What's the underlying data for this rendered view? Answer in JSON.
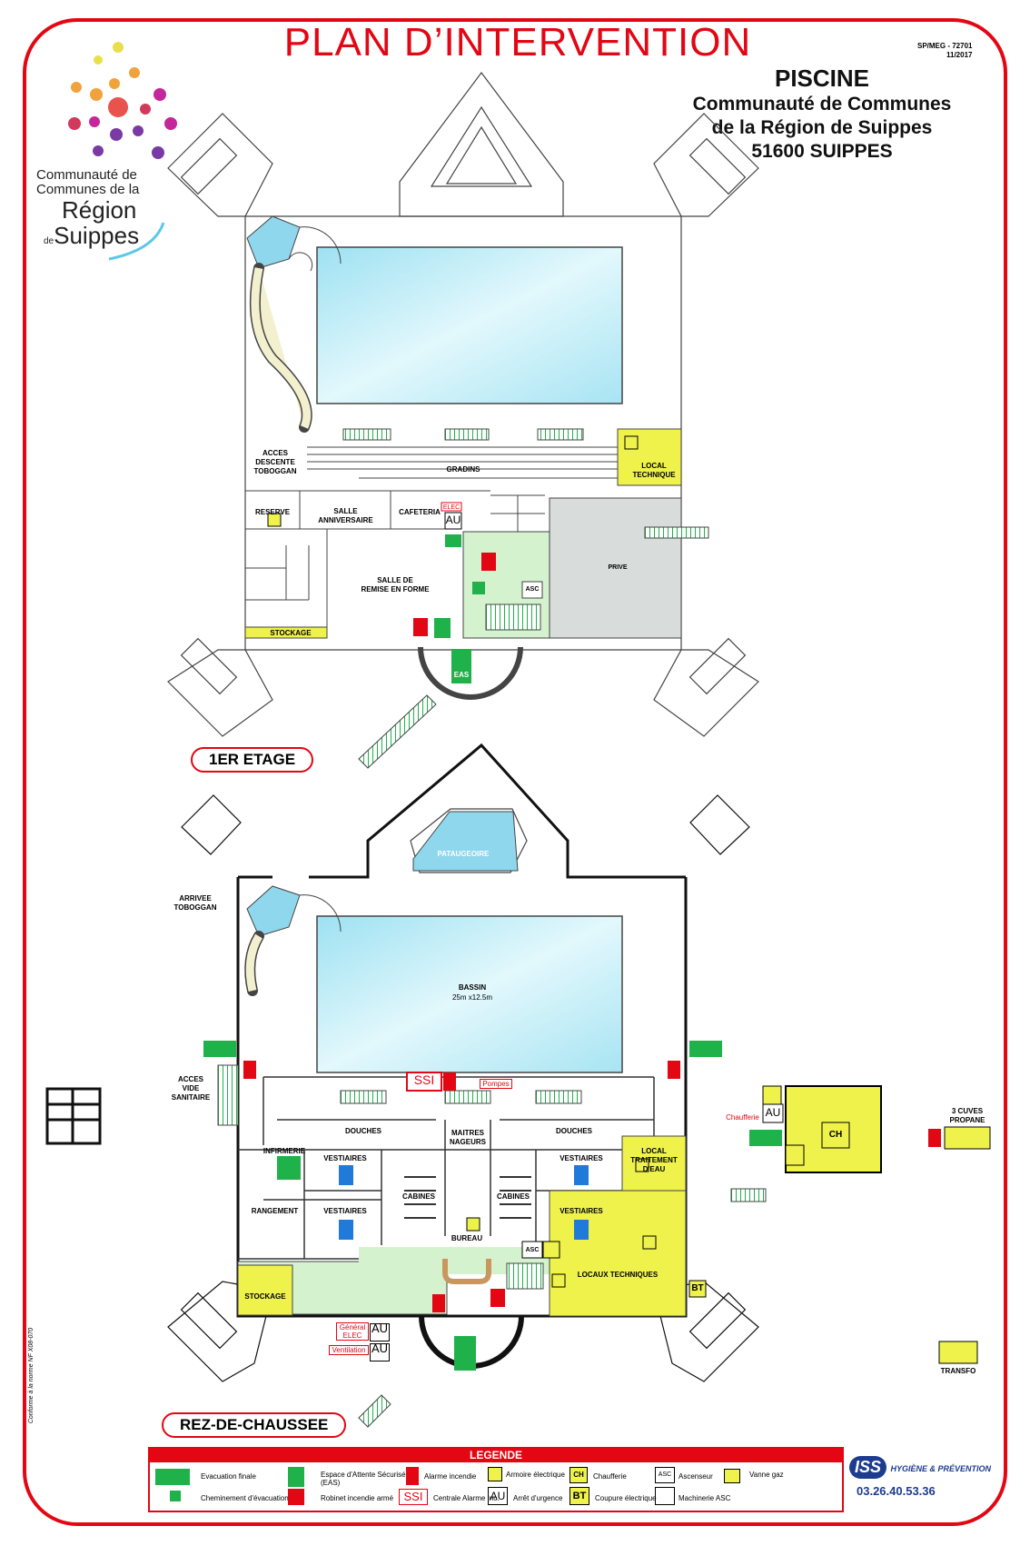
{
  "header": {
    "title": "PLAN D’INTERVENTION",
    "ref_code": "SP/MEG - 72701",
    "ref_date": "11/2017",
    "site_name": "PISCINE",
    "owner_line1": "Communauté de Communes",
    "owner_line2": "de la Région de Suippes",
    "address": "51600 SUIPPES"
  },
  "logo": {
    "line1": "Communauté de",
    "line2": "Communes de la",
    "line3": "Région",
    "line4_prefix": "de",
    "line4": "Suippes",
    "dot_colors": [
      "#e8e04a",
      "#f2a23a",
      "#e8534e",
      "#c3279b",
      "#7a3aa6",
      "#d13a5c"
    ]
  },
  "floor1": {
    "badge": "1ER ETAGE",
    "labels": {
      "acces_toboggan": "ACCES\nDESCENTE\nTOBOGGAN",
      "gradins": "GRADINS",
      "local_technique": "LOCAL\nTECHNIQUE",
      "reserve": "RESERVE",
      "salle_anniversaire": "SALLE\nANNIVERSAIRE",
      "cafeteria": "CAFETERIA",
      "elec": "ELEC",
      "au": "AU",
      "prive": "PRIVE",
      "asc": "ASC",
      "salle_remise": "SALLE DE\nREMISE EN FORME",
      "stockage": "STOCKAGE",
      "eas": "EAS"
    }
  },
  "floor0": {
    "badge": "REZ-DE-CHAUSSEE",
    "labels": {
      "pataugeoire": "PATAUGEOIRE",
      "arrivee_toboggan": "ARRIVEE\nTOBOGGAN",
      "bassin": "BASSIN",
      "bassin_dim": "25m x12.5m",
      "acces_vide": "ACCES\nVIDE\nSANITAIRE",
      "ssi": "SSI",
      "pompes": "Pompes",
      "douches": "DOUCHES",
      "maitres_nageurs": "MAITRES\nNAGEURS",
      "infirmerie": "INFIRMERIE",
      "vestiaires": "VESTIAIRES",
      "cabines": "CABINES",
      "local_traitement": "LOCAL\nTRAITEMENT\nD'EAU",
      "rangement": "RANGEMENT",
      "bureau": "BUREAU",
      "locaux_techniques": "LOCAUX TECHNIQUES",
      "stockage": "STOCKAGE",
      "asc": "ASC",
      "general_elec": "Général\nELEC",
      "ventilation": "Ventilation",
      "au": "AU",
      "bt": "BT",
      "chaufferie": "Chaufferie",
      "ch": "CH",
      "cuves": "3 CUVES\nPROPANE",
      "transfo": "TRANSFO"
    }
  },
  "legend": {
    "title": "LEGENDE",
    "items": [
      "Evacuation finale",
      "Cheminement d'évacuation",
      "Espace d'Attente Sécurisé\n(EAS)",
      "Robinet incendie armé",
      "Alarme incendie",
      "Centrale Alarme Inc.",
      "Armoire électrique",
      "Arrêt d'urgence",
      "Chaufferie",
      "Coupure électrique",
      "Ascenseur",
      "Machinerie ASC",
      "Vanne gaz"
    ],
    "symbols": {
      "ssi": "SSI",
      "au": "AU",
      "ch": "CH",
      "bt": "BT",
      "asc": "ASC"
    }
  },
  "footer": {
    "company": "ISS",
    "company_sub": "HYGIÈNE & PRÉVENTION",
    "phone": "03.26.40.53.36",
    "norm_note": "Conforme à la norme NF X08-070"
  },
  "colors": {
    "frame": "#e30613",
    "pool": "#bfeef7",
    "yellow": "#eef24a",
    "green_zone": "#d5f2cf",
    "grey_zone": "#d8dcda",
    "exit_green": "#1fb14a"
  }
}
